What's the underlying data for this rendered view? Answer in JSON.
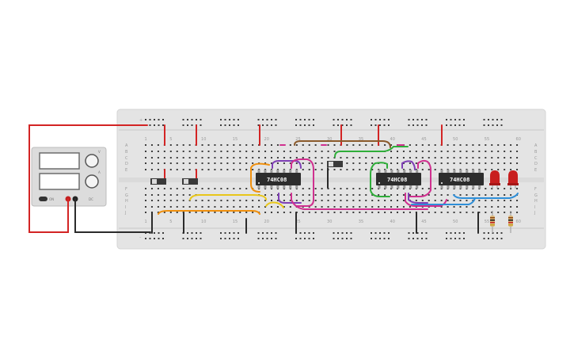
{
  "breadboard": {
    "column_numbers_top": [
      "1",
      "5",
      "10",
      "15",
      "20",
      "25",
      "30",
      "35",
      "40",
      "45",
      "50",
      "55",
      "60"
    ],
    "column_numbers_bottom": [
      "1",
      "5",
      "10",
      "15",
      "20",
      "25",
      "30",
      "35",
      "40",
      "45",
      "50",
      "55",
      "60"
    ],
    "row_letters_top_left": [
      "A",
      "B",
      "C",
      "D",
      "E"
    ],
    "row_letters_bottom_left": [
      "F",
      "G",
      "H",
      "I",
      "J"
    ],
    "row_letters_top_right": [
      "A",
      "B",
      "C",
      "D",
      "E"
    ],
    "row_letters_bottom_right": [
      "F",
      "G",
      "H",
      "I",
      "J"
    ]
  },
  "chips": [
    {
      "label": "74HC08"
    },
    {
      "label": "74HC08"
    },
    {
      "label": "74HC08"
    }
  ],
  "power_supply": {
    "label_on": "ON",
    "label_v": "V",
    "label_a": "A",
    "label_model": "DC"
  },
  "colors": {
    "board": "#e6e6e6",
    "red_wire": "#d32424",
    "black_wire": "#2b2b2b",
    "orange_wire": "#f0900e",
    "yellow_wire": "#e8c619",
    "purple_wire": "#7e3fb5",
    "magenta_wire": "#d0308f",
    "green_wire": "#2fae3a",
    "brown_wire": "#8b5a2b",
    "blue_wire": "#2f8fd8",
    "chip_body": "#2d2d2d",
    "led": "#c81e1e"
  }
}
